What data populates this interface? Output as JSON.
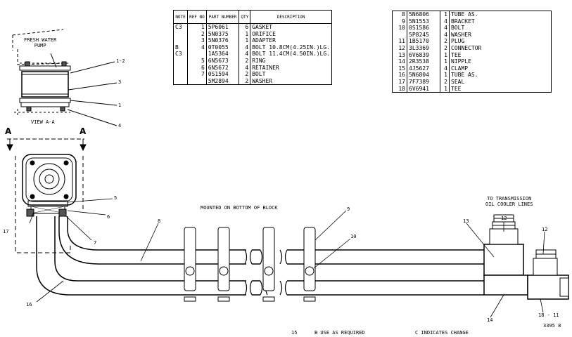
{
  "left_table": {
    "headers": {
      "note": "NOTE",
      "ref": "REF NO",
      "part": "PART NUMBER",
      "qty": "QTY",
      "desc": "DESCRIPTION"
    },
    "rows": [
      {
        "note": "C3",
        "ref": "1",
        "part": "5P6061",
        "qty": "6",
        "desc": "GASKET"
      },
      {
        "note": "",
        "ref": "2",
        "part": "5N0375",
        "qty": "1",
        "desc": "ORIFICE"
      },
      {
        "note": "",
        "ref": "3",
        "part": "5N0376",
        "qty": "1",
        "desc": "ADAPTER"
      },
      {
        "note": "B",
        "ref": "4",
        "part": "0T0055",
        "qty": "4",
        "desc": "BOLT 10.8CM(4.25IN.)LG."
      },
      {
        "note": "C3",
        "ref": "",
        "part": "1A5364",
        "qty": "4",
        "desc": "BOLT 11.4CM(4.50IN.)LG."
      },
      {
        "note": "",
        "ref": "5",
        "part": "6N5673",
        "qty": "2",
        "desc": "RING"
      },
      {
        "note": "",
        "ref": "6",
        "part": "6N5672",
        "qty": "4",
        "desc": "RETAINER"
      },
      {
        "note": "",
        "ref": "7",
        "part": "0S1594",
        "qty": "2",
        "desc": "BOLT"
      },
      {
        "note": "",
        "ref": "",
        "part": "5M2894",
        "qty": "2",
        "desc": "WASHER"
      }
    ]
  },
  "right_table": {
    "rows": [
      {
        "ref": "8",
        "part": "5N6806",
        "qty": "1",
        "desc": "TUBE AS."
      },
      {
        "ref": "9",
        "part": "5N1553",
        "qty": "4",
        "desc": "BRACKET"
      },
      {
        "ref": "10",
        "part": "0S1586",
        "qty": "4",
        "desc": "BOLT"
      },
      {
        "ref": "",
        "part": "5P8245",
        "qty": "4",
        "desc": "WASHER"
      },
      {
        "ref": "11",
        "part": "1B5170",
        "qty": "2",
        "desc": "PLUG"
      },
      {
        "ref": "12",
        "part": "3L3369",
        "qty": "2",
        "desc": "CONNECTOR"
      },
      {
        "ref": "13",
        "part": "6V6839",
        "qty": "1",
        "desc": "TEE"
      },
      {
        "ref": "14",
        "part": "2R3538",
        "qty": "1",
        "desc": "NIPPLE"
      },
      {
        "ref": "15",
        "part": "4J5627",
        "qty": "4",
        "desc": "CLAMP"
      },
      {
        "ref": "16",
        "part": "5N6804",
        "qty": "1",
        "desc": "TUBE AS."
      },
      {
        "ref": "17",
        "part": "7F7389",
        "qty": "2",
        "desc": "SEAL"
      },
      {
        "ref": "18",
        "part": "6V6941",
        "qty": "1",
        "desc": "TEE"
      }
    ]
  },
  "labels": {
    "fresh_water_pump": "FRESH WATER\nPUMP",
    "view_aa": "VIEW A-A",
    "section_a_left": "A",
    "section_a_right": "A",
    "mounted": "MOUNTED ON BOTTOM OF BLOCK",
    "to_transmission": "TO TRANSMISSION\nOIL COOLER LINES",
    "note_b": "B   USE AS REQUIRED",
    "note_c": "C   INDICATES CHANGE",
    "drawing_number": "3395 8"
  },
  "callouts": {
    "c1_2": "1-2",
    "c3": "3",
    "c1": "1",
    "c4": "4",
    "c5": "5",
    "c6": "6",
    "c7": "7",
    "c17": "17",
    "c8": "8",
    "c9": "9",
    "c10": "10",
    "c12a": "12",
    "c12b": "12",
    "c13": "13",
    "c14": "14",
    "c16": "16",
    "c18_11": "18 - 11",
    "c15": "15"
  }
}
